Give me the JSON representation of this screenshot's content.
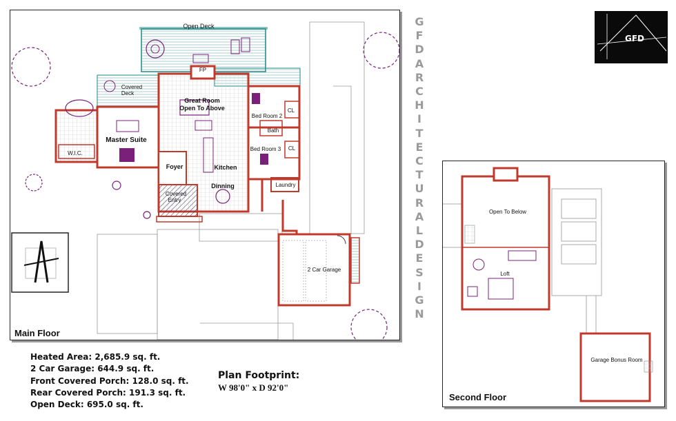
{
  "brand": {
    "vertical_text": [
      "G",
      "F",
      "D",
      "A",
      "R",
      "C",
      "H",
      "I",
      "T",
      "E",
      "C",
      "T",
      "U",
      "R",
      "A",
      "L",
      "D",
      "E",
      "S",
      "I",
      "G",
      "N"
    ],
    "logo_text": "GFD"
  },
  "main_floor": {
    "title": "Main Floor",
    "labels": {
      "open_deck": "Open Deck",
      "fp": "FP",
      "covered_deck_1": "Covered",
      "covered_deck_2": "Deck",
      "great_room_1": "Great Room",
      "great_room_2": "Open To Above",
      "bed2": "Bed Room 2",
      "cl1": "CL",
      "bath": "Bath",
      "bed3": "Bed Room 3",
      "cl2": "CL",
      "master": "Master Suite",
      "wic": "W.I.C.",
      "foyer": "Foyer",
      "kitchen": "Kitchen",
      "dinning": "Dinning",
      "laundry": "Laundry",
      "covered_entry_1": "Covered",
      "covered_entry_2": "Entry",
      "garage": "2 Car Garage"
    }
  },
  "second_floor": {
    "title": "Second Floor",
    "labels": {
      "open_below": "Open To Below",
      "loft": "Loft",
      "bonus": "Garage Bonus Room"
    }
  },
  "stats": [
    "Heated Area: 2,685.9 sq. ft.",
    "2 Car Garage: 644.9 sq. ft.",
    "Front Covered Porch: 128.0 sq. ft.",
    "Rear Covered Porch: 191.3 sq. ft.",
    "Open Deck: 695.0 sq. ft."
  ],
  "footprint": {
    "title": "Plan Footprint:",
    "dims": "W 98'0\" x  D 92'0\""
  },
  "colors": {
    "wall": "#c0392b",
    "deck": "#1a8a8a",
    "furniture": "#7a1f7a",
    "floor_line": "#999999",
    "brand_gray": "#9a9a9a"
  }
}
